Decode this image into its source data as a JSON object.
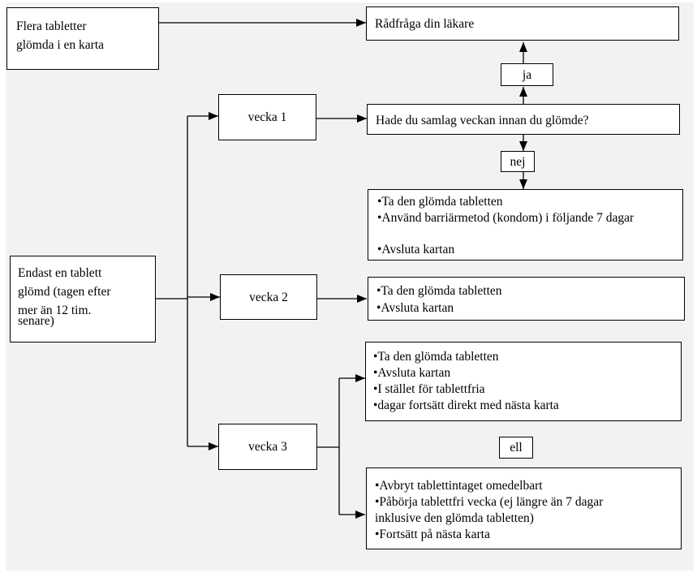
{
  "nodes": {
    "flera": {
      "lines": [
        "Flera tabletter",
        "glömda i en karta"
      ]
    },
    "radfraga": {
      "text": "Rådfråga din läkare"
    },
    "ja": {
      "text": "ja"
    },
    "vecka1": {
      "text": "vecka 1"
    },
    "hade_du": {
      "text": "Hade du samlag veckan innan du glömde?"
    },
    "nej": {
      "text": "nej"
    },
    "info1": {
      "lines": [
        "•Ta den glömda tabletten",
        "•Använd barriärmetod (kondom) i följande 7 dagar",
        "",
        "•Avsluta kartan"
      ]
    },
    "endast": {
      "lines": [
        "Endast en tablett",
        "glömd (tagen efter",
        "mer än 12 tim.",
        "senare)"
      ]
    },
    "vecka2": {
      "text": "vecka 2"
    },
    "info2": {
      "lines": [
        "•Ta den glömda tabletten",
        "•Avsluta kartan"
      ]
    },
    "info3": {
      "lines": [
        "•Ta den glömda tabletten",
        "•Avsluta kartan",
        "•I stället för tablettfria",
        "•dagar fortsätt direkt med nästa karta"
      ]
    },
    "ell": {
      "text": "ell"
    },
    "vecka3": {
      "text": "vecka 3"
    },
    "info4": {
      "lines": [
        "•Avbryt tablettintaget omedelbart",
        "•Påbörja tablettfri vecka (ej längre än 7 dagar",
        "inklusive den glömda tabletten)",
        "•Fortsätt på nästa karta"
      ]
    }
  }
}
